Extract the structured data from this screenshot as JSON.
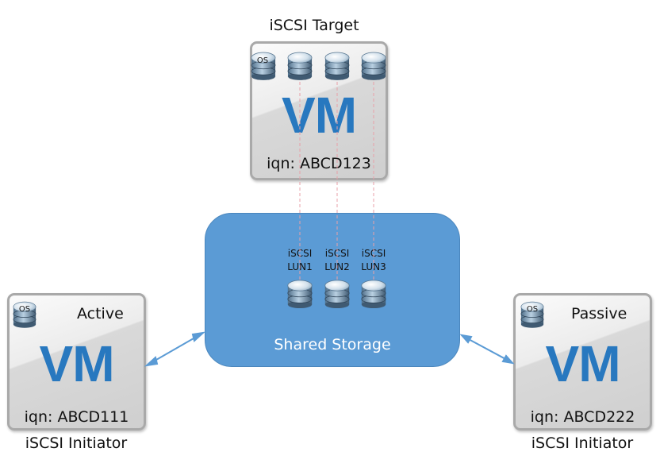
{
  "diagram": {
    "target": {
      "caption": "iSCSI Target",
      "vm_label": "VM",
      "iqn": "iqn: ABCD123",
      "os_disk_label": "OS",
      "disk_count": 3
    },
    "storage": {
      "label": "Shared Storage",
      "fill_color": "#5b9bd5",
      "luns": [
        {
          "line1": "iSCSI",
          "line2": "LUN1"
        },
        {
          "line1": "iSCSI",
          "line2": "LUN2"
        },
        {
          "line1": "iSCSI",
          "line2": "LUN3"
        }
      ]
    },
    "initiator_left": {
      "caption": "iSCSI Initiator",
      "state": "Active",
      "vm_label": "VM",
      "iqn": "iqn: ABCD111",
      "os_disk_label": "OS"
    },
    "initiator_right": {
      "caption": "iSCSI Initiator",
      "state": "Passive",
      "vm_label": "VM",
      "iqn": "iqn: ABCD222",
      "os_disk_label": "OS"
    },
    "colors": {
      "vm_text": "#2878bf",
      "connector": "#5b9bd5",
      "dashed_link": "#e8a0a8"
    }
  }
}
